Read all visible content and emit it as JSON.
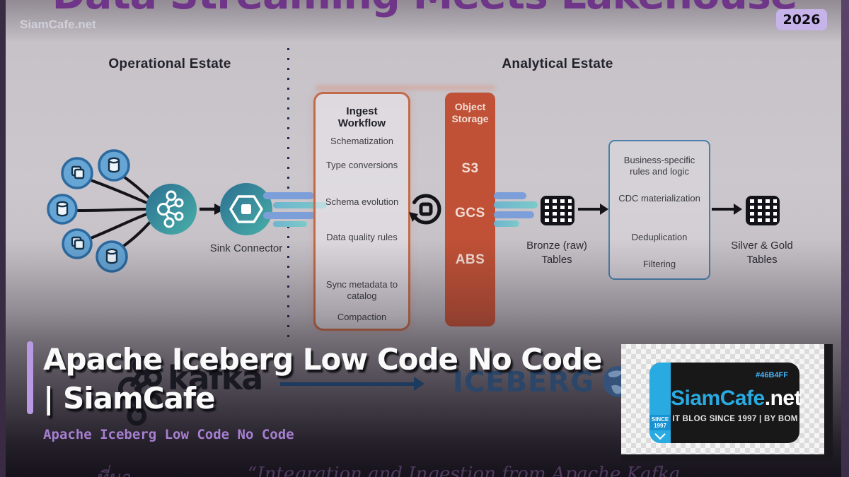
{
  "page": {
    "title_cut": "Data Streaming Meets Lakehouse",
    "watermark": "SiamCafe.net",
    "year_badge": "2026"
  },
  "diagram": {
    "left_header": "Operational Estate",
    "right_header": "Analytical Estate",
    "sink_label": "Sink Connector",
    "ingest": {
      "title": "Ingest Workflow",
      "items": [
        "Schematization",
        "Type conversions",
        "Schema evolution",
        "Data quality rules",
        "Sync metadata to catalog",
        "Compaction"
      ]
    },
    "object_storage": {
      "title": "Object Storage",
      "items": [
        "S3",
        "GCS",
        "ABS"
      ]
    },
    "business": {
      "items": [
        "Business-specific rules and logic",
        "CDC materialization",
        "Deduplication",
        "Filtering"
      ]
    },
    "bronze_label": "Bronze (raw) Tables",
    "silver_label": "Silver & Gold Tables"
  },
  "logos": {
    "kafka": "kafka",
    "iceberg": "ICEBERG"
  },
  "overlay": {
    "heading_line1": "Apache Iceberg Low Code No Code",
    "heading_line2": "| SiamCafe",
    "subtitle": "Apache Iceberg Low Code No Code",
    "bottom_left_script": "ที่มา",
    "bottom_quote": "“Integration and Ingestion from Apache Kafka"
  },
  "badge_card": {
    "hex": "#46B4FF",
    "brand": "SiamCafe",
    "brand_suffix": ".net",
    "tagline": "IT BLOG SINCE 1997 | BY BOM",
    "since_line1": "SINCE",
    "since_line2": "1997"
  },
  "colors": {
    "title_purple": "#6f3588",
    "year_badge_bg": "#c6b3e9",
    "accent_bar": "#b79ae1",
    "subtitle_purple": "#a77fd2",
    "object_storage": "#c05136",
    "ingest_border": "#c26a49",
    "business_border": "#4a80aa",
    "badge_blue": "#29abe2",
    "iceberg_navy": "#2b4669",
    "teal_node": "#37879b"
  }
}
